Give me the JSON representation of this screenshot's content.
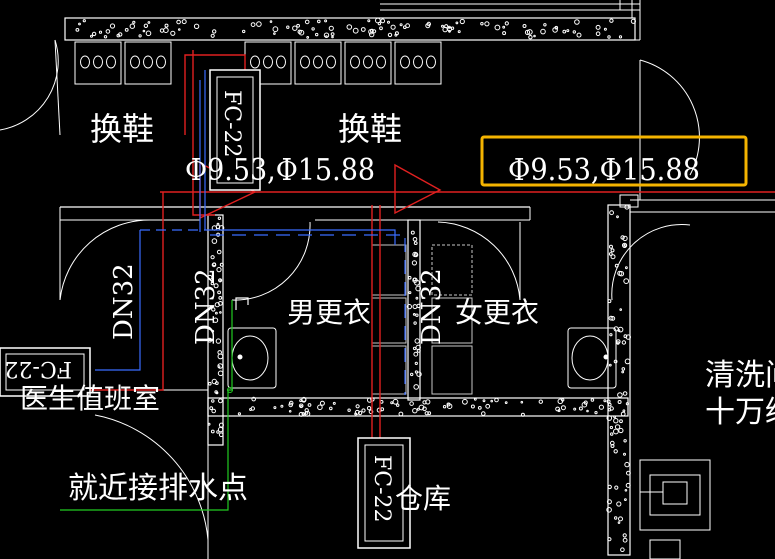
{
  "labels": {
    "shoe_change_left": "换鞋",
    "shoe_change_right": "换鞋",
    "pipe_size_left": "Φ9.53,Φ15.88",
    "pipe_size_highlight": "Φ9.53,Φ15.88",
    "dn32_left": "DN32",
    "dn32_mid": "DN32",
    "dn32_right": "DN32",
    "mens_locker": "男更衣",
    "womens_locker": "女更衣",
    "duty_room": "医生值班室",
    "drain_note": "就近接排水点",
    "storage": "仓库",
    "cleaning_room": "清洗间",
    "class_100k": "十万级",
    "fc22_top": "FC-22",
    "fc22_left": "FC-22",
    "fc22_bottom": "FC-22"
  },
  "colors": {
    "background": "#000000",
    "wall": "#ffffff",
    "refrigerant_pipe": "#e02020",
    "water_pipe": "#3a6cff",
    "drain_pipe": "#22cc22",
    "highlight_box": "#f5b400",
    "fixture": "#c8c8c8"
  }
}
